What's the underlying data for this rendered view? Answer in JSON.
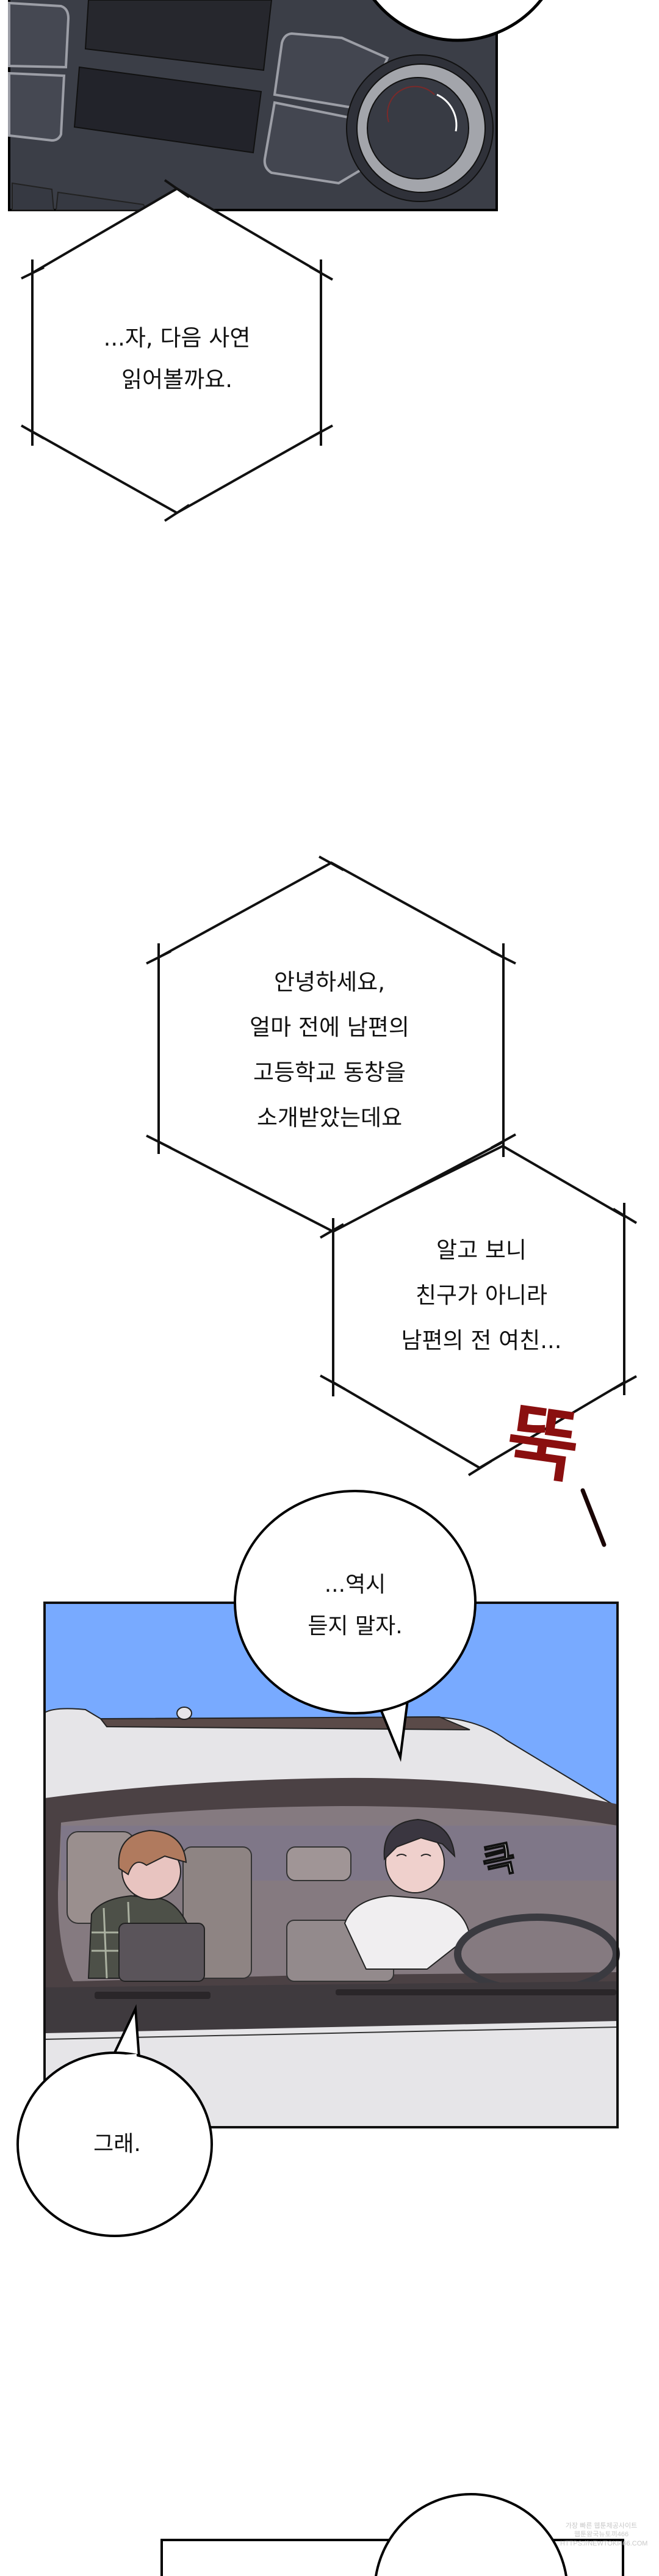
{
  "colors": {
    "sky": "#78aaff",
    "dashboard": "#3b3e47",
    "sfx_red": "#8a0f0f",
    "car_body": "#e4e4e6",
    "window": "#6e6672"
  },
  "captions": [
    {
      "lines": [
        "...자, 다음 사연",
        "읽어볼까요."
      ]
    },
    {
      "lines": [
        "안녕하세요,",
        "얼마 전에 남편의",
        "고등학교 동창을",
        "소개받았는데요"
      ]
    },
    {
      "lines": [
        "알고 보니",
        "친구가 아니라",
        "남편의 전 여친..."
      ]
    }
  ],
  "sfx": {
    "snap": "뚝",
    "grin": "큭"
  },
  "bubbles": [
    {
      "lines": [
        "...역시",
        "듣지 말자."
      ]
    },
    {
      "lines": [
        "그래."
      ]
    }
  ],
  "watermark": {
    "lines": [
      "가장 빠른 웹툰제공사이트",
      "웹툰왕국뉴토끼466",
      "HTTPS://NEWTOKI466.COM"
    ]
  }
}
